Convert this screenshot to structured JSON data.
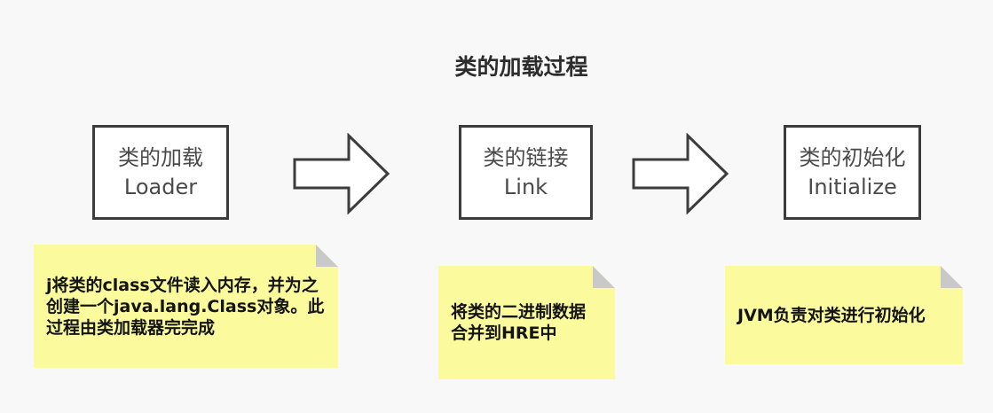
{
  "title": "类的加载过程",
  "boxes": [
    {
      "id": "loader",
      "lines": [
        "类的加载",
        "Loader"
      ]
    },
    {
      "id": "link",
      "lines": [
        "类的链接",
        "Link"
      ]
    },
    {
      "id": "initialize",
      "lines": [
        "类的初始化",
        "Initialize"
      ]
    }
  ],
  "arrows": [
    {
      "direction": "right"
    },
    {
      "direction": "right"
    }
  ],
  "notes": [
    {
      "for": "loader",
      "lines": [
        "j将类的class文件读入内存，并为之",
        "创建一个java.lang.Class对象。此",
        "过程由类加载器完完成"
      ]
    },
    {
      "for": "link",
      "lines": [
        "将类的二进制数据",
        "合并到HRE中"
      ]
    },
    {
      "for": "initialize",
      "lines": [
        "JVM负责对类进行初始化"
      ]
    }
  ],
  "colors": {
    "background": "#f8f8f8",
    "box_fill": "#ffffff",
    "box_border": "#3c3c3c",
    "box_text": "#4a4a4a",
    "note_fill": "#fbfb9e",
    "note_fold": "#c9c9c9",
    "note_text": "#141414",
    "title_text": "#2d2d2d"
  }
}
